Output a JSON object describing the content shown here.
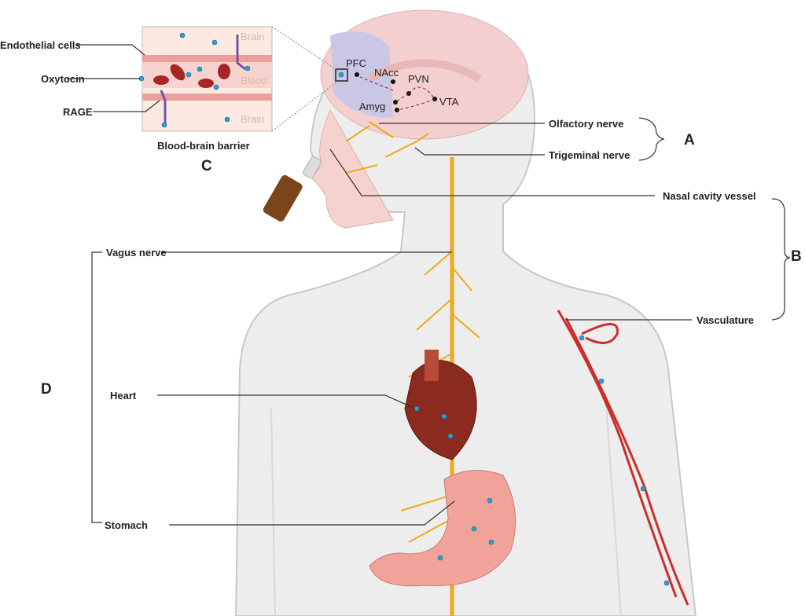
{
  "panels": {
    "a": "A",
    "b": "B",
    "c": "C",
    "d": "D"
  },
  "labels": {
    "endothelial_cells": "Endothelial cells",
    "oxytocin": "Oxytocin",
    "rage": "RAGE",
    "blood_brain_barrier": "Blood-brain barrier",
    "olfactory_nerve": "Olfactory nerve",
    "trigeminal_nerve": "Trigeminal nerve",
    "nasal_cavity_vessel": "Nasal cavity vessel",
    "vasculature": "Vasculature",
    "vagus_nerve": "Vagus nerve",
    "heart": "Heart",
    "stomach": "Stomach"
  },
  "inset": {
    "brain_top": "Brain",
    "blood": "Blood",
    "brain_bottom": "Brain"
  },
  "brain_regions": {
    "pfc": "PFC",
    "nacc": "NAcc",
    "pvn": "PVN",
    "vta": "VTA",
    "amyg": "Amyg"
  },
  "colors": {
    "nerve": "#f0a91c",
    "vessel": "#c9302c",
    "oxytocin": "#2a9fd0",
    "body": "#ececec",
    "pfc": "#c9c6e6"
  }
}
